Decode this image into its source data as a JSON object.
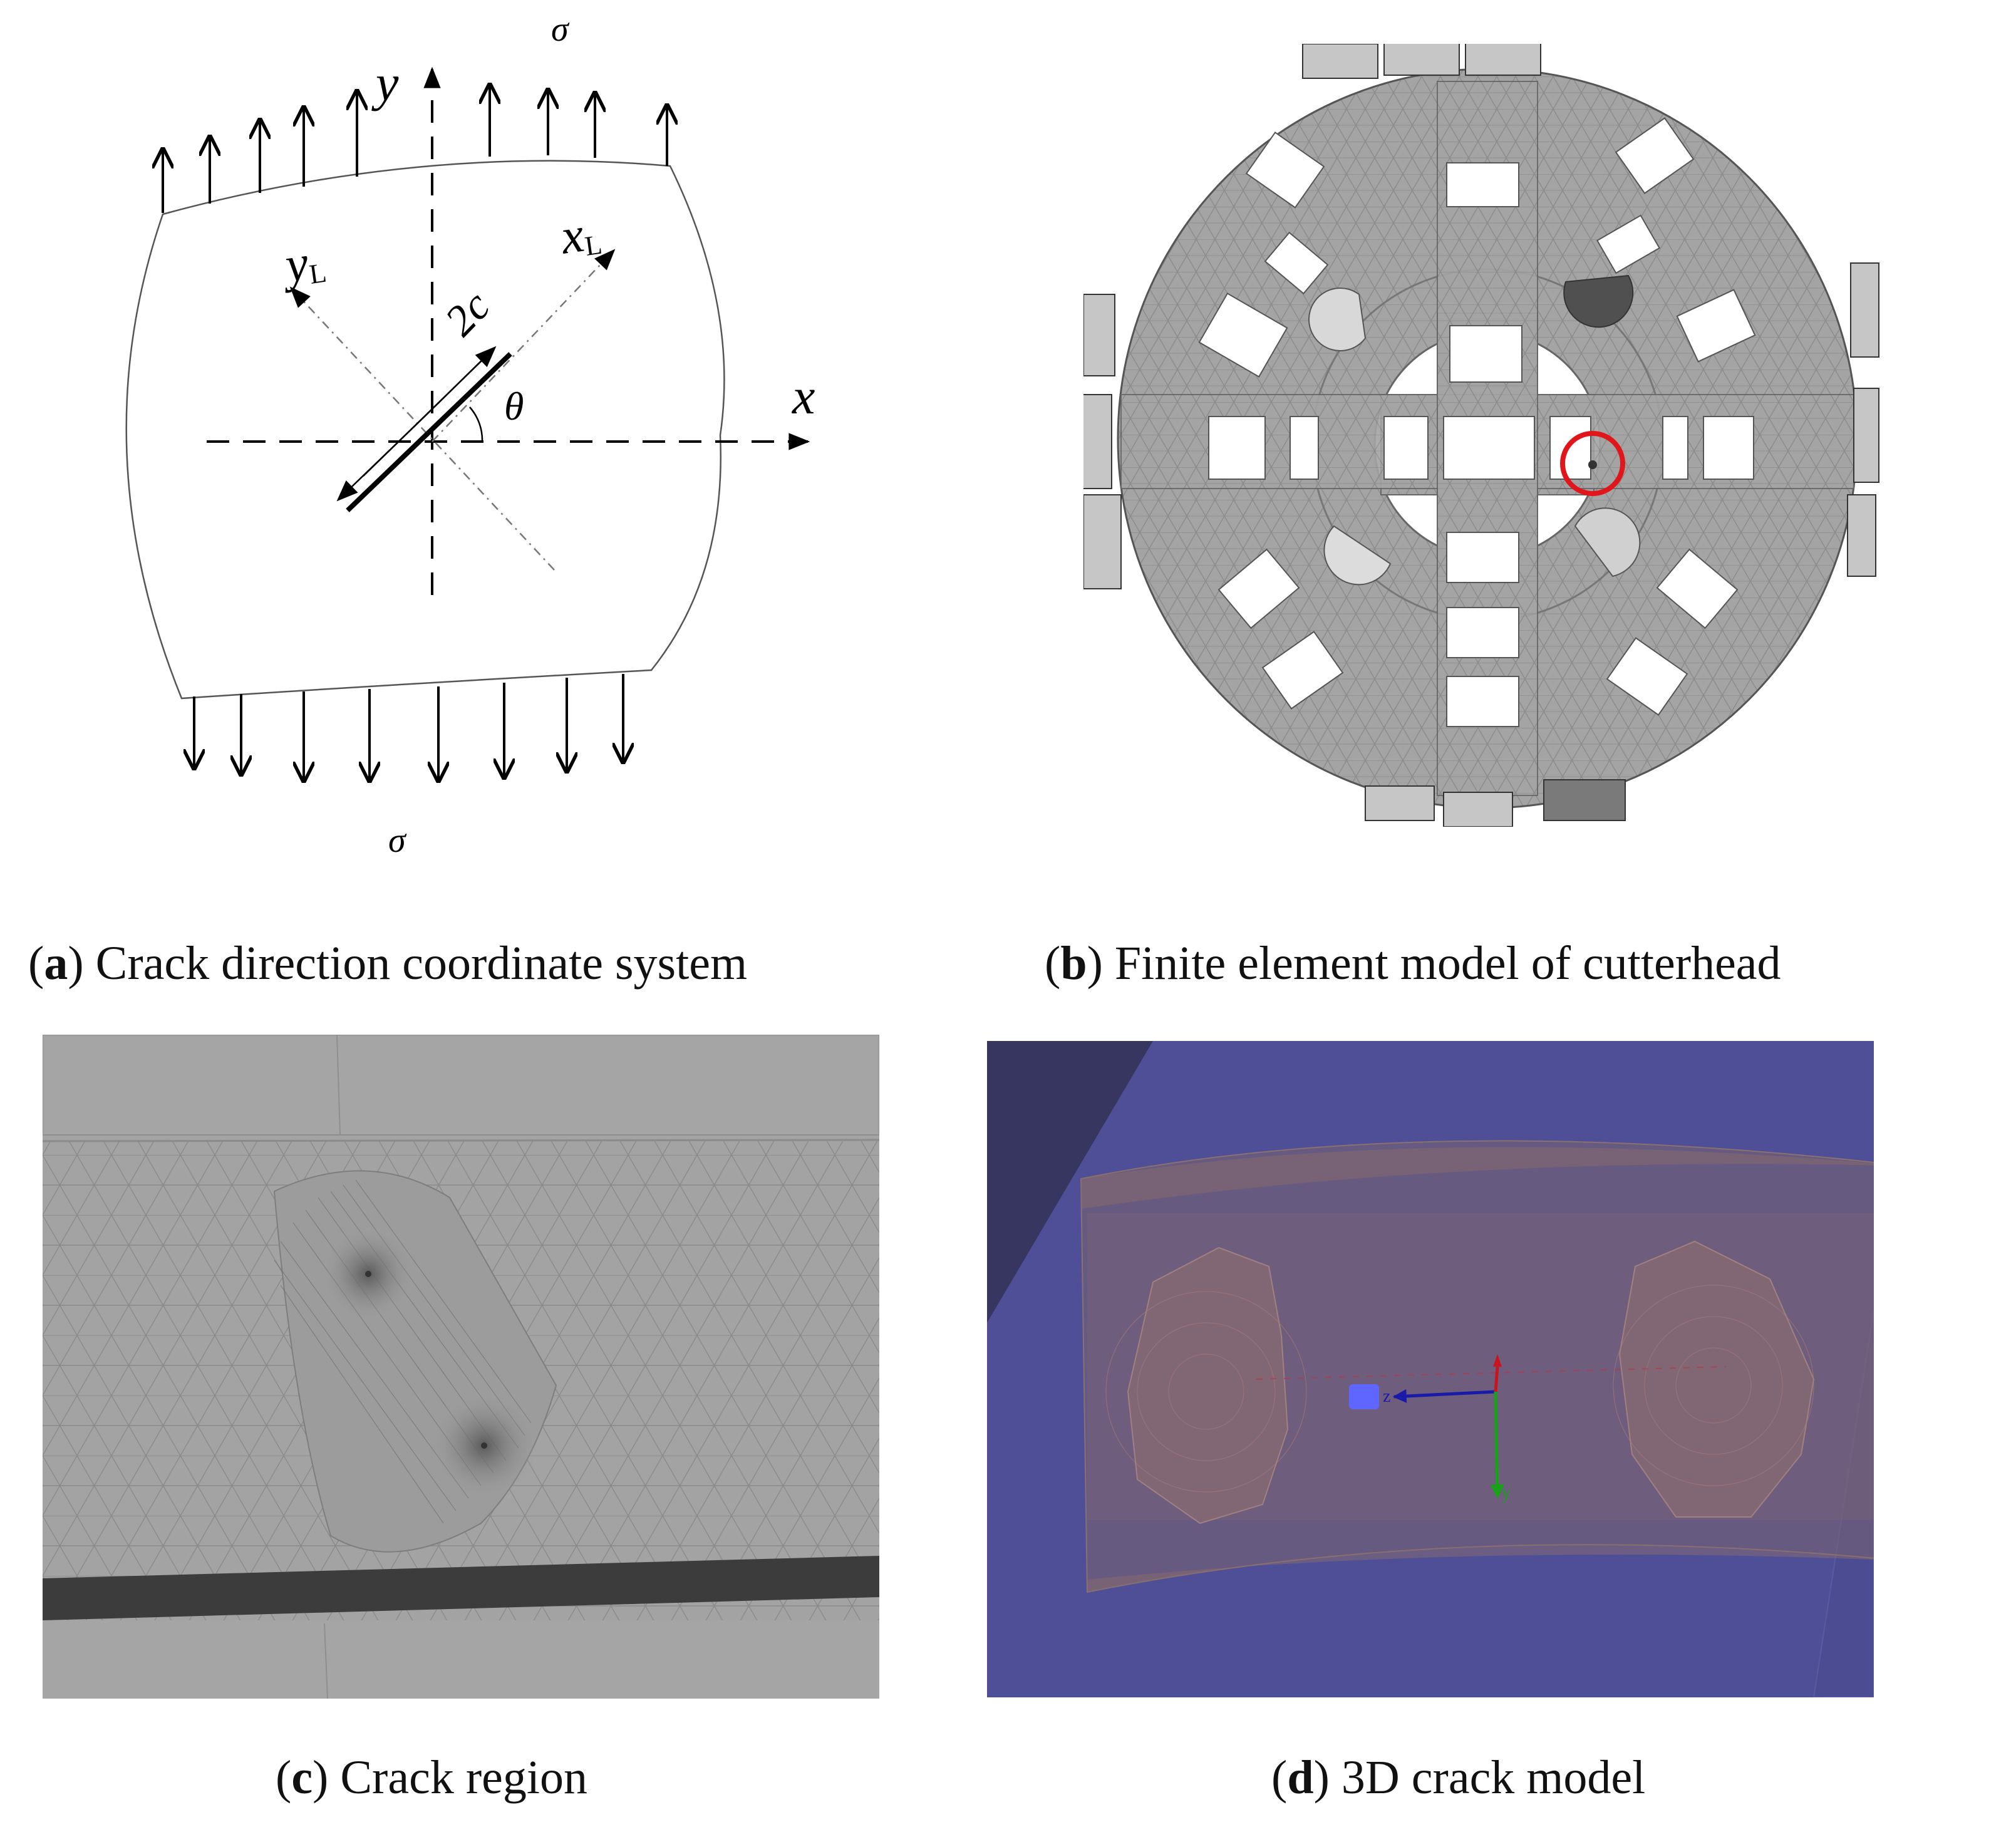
{
  "panel_a": {
    "sigma_top": "σ",
    "sigma_bottom": "σ",
    "axis_y": "y",
    "axis_x": "x",
    "axis_yl": "y",
    "axis_yl_sub": "L",
    "axis_xl": "x",
    "axis_xl_sub": "L",
    "crack_length": "2c",
    "angle": "θ",
    "caption_letter": "a",
    "caption_text": " Crack direction coordinate system"
  },
  "panel_b": {
    "caption_letter": "b",
    "caption_text": " Finite element model of cutterhead"
  },
  "panel_c": {
    "caption_letter": "c",
    "caption_text": " Crack region"
  },
  "panel_d": {
    "axis_z": "z",
    "axis_y": "y",
    "caption_letter": "d",
    "caption_text": " 3D crack model"
  },
  "colors": {
    "highlight_circle": "#e0161b",
    "cutterhead_fill": "#a4a4a4",
    "crack_region_fill": "#a3a3a3",
    "model_background": "#4f4f98",
    "crack_body": "#7a6470",
    "axis_z_color": "#1a1aa8",
    "axis_y_color": "#17a317",
    "axis_x_color": "#c8141e"
  }
}
